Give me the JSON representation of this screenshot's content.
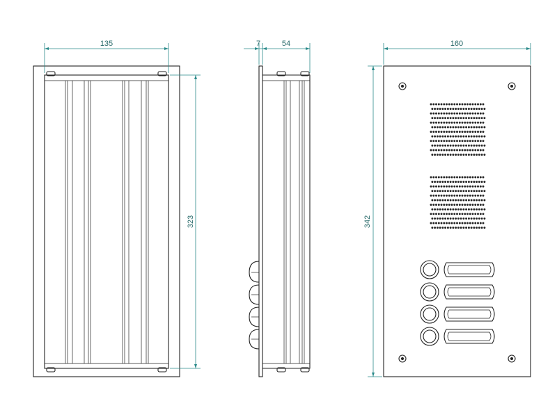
{
  "dimensions": {
    "front_housing_width": "135",
    "front_housing_height": "323",
    "side_plate_thickness": "7",
    "side_depth": "54",
    "panel_width": "160",
    "panel_height": "342"
  },
  "grilles": [
    {
      "cols": 21,
      "rows": 12
    },
    {
      "cols": 21,
      "rows": 12
    }
  ],
  "button_count": 4,
  "colors": {
    "line": "#222222",
    "dimension": "#2a8a8a"
  }
}
